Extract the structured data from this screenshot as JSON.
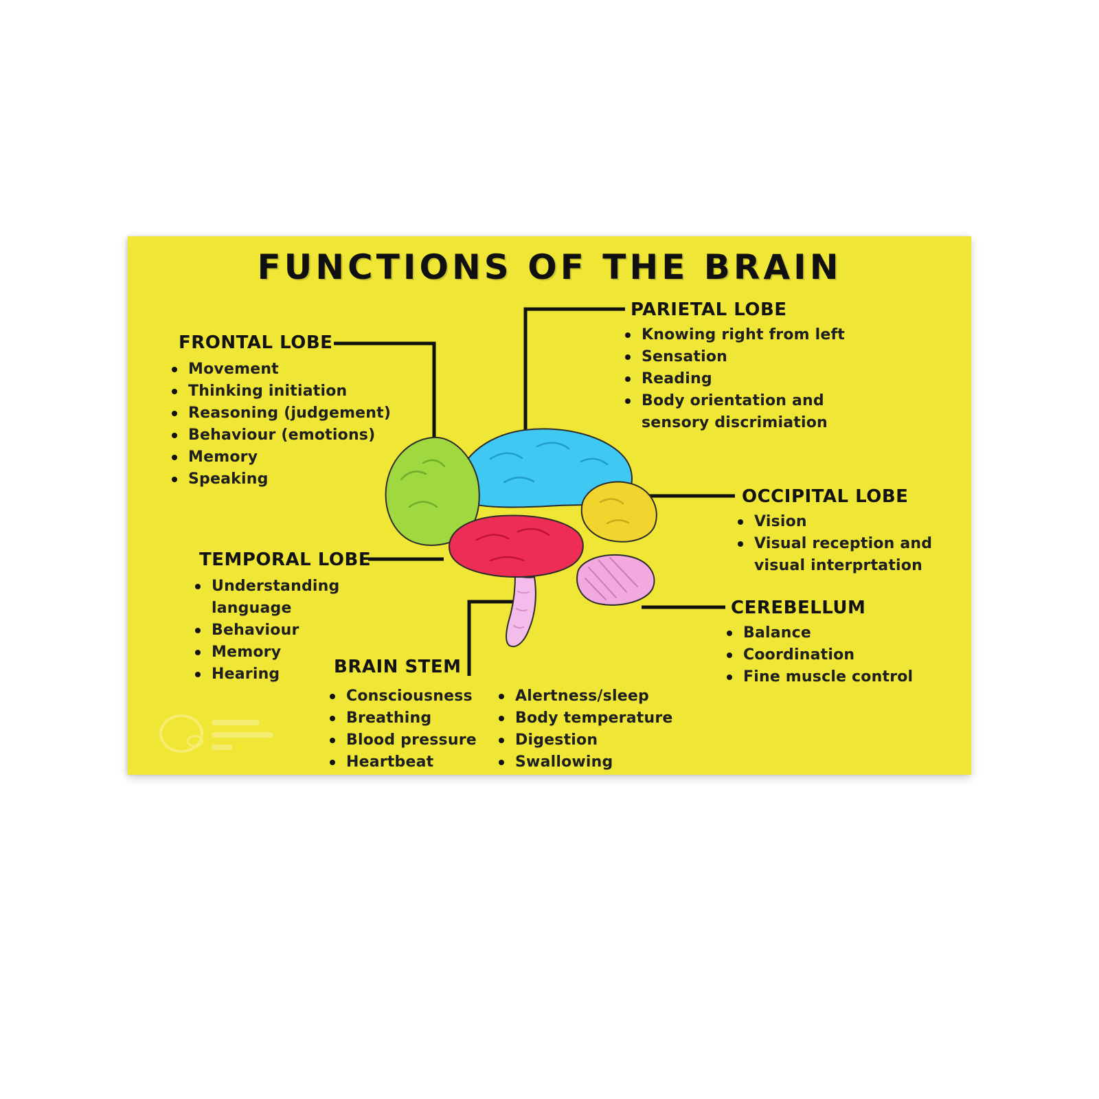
{
  "page": {
    "background": "#ffffff"
  },
  "poster": {
    "title": "FUNCTIONS OF THE BRAIN",
    "background_color": "#f0e635",
    "line_color": "#111111",
    "sections": {
      "frontal": {
        "heading": "FRONTAL LOBE",
        "items": [
          "Movement",
          "Thinking initiation",
          "Reasoning (judgement)",
          "Behaviour (emotions)",
          "Memory",
          "Speaking"
        ]
      },
      "parietal": {
        "heading": "PARIETAL LOBE",
        "items": [
          "Knowing right from left",
          "Sensation",
          "Reading",
          "Body orientation and sensory discrimiation"
        ]
      },
      "occipital": {
        "heading": "OCCIPITAL LOBE",
        "items": [
          "Vision",
          "Visual reception and visual interprtation"
        ]
      },
      "temporal": {
        "heading": "TEMPORAL LOBE",
        "items": [
          "Understanding language",
          "Behaviour",
          "Memory",
          "Hearing"
        ]
      },
      "cerebellum": {
        "heading": "CEREBELLUM",
        "items": [
          "Balance",
          "Coordination",
          "Fine muscle control"
        ]
      },
      "brain_stem": {
        "heading": "BRAIN STEM",
        "items_left": [
          "Consciousness",
          "Breathing",
          "Blood pressure",
          "Heartbeat"
        ],
        "items_right": [
          "Alertness/sleep",
          "Body temperature",
          "Digestion",
          "Swallowing"
        ]
      }
    },
    "brain": {
      "frontal_color": "#9fd83f",
      "parietal_color": "#3fc9f2",
      "occipital_color": "#f2d42e",
      "temporal_color": "#ee2d54",
      "cerebellum_color": "#f2a9e0",
      "brain_stem_color": "#f4bcea"
    }
  }
}
